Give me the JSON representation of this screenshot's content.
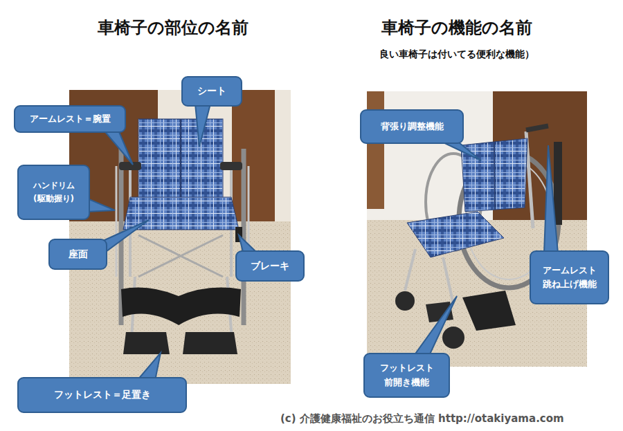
{
  "diagram": {
    "nodes": [
      {
        "text": [
          "アームレスト＝腕置"
        ]
      },
      {
        "text": [
          "シート"
        ]
      },
      {
        "text": [
          "ハンドリム (駆動握り)"
        ]
      },
      {
        "text": [
          "座面"
        ]
      },
      {
        "text": [
          "ブレーキ"
        ]
      },
      {
        "text": [
          "フットレスト＝足置き"
        ]
      },
      {
        "text": [
          "背張り調整機能"
        ]
      },
      {
        "text": [
          "アームレスト 跳ね上げ機能"
        ]
      },
      {
        "text": [
          "フットレスト 前開き機能"
        ]
      }
    ],
    "labels": [
      "車椅子の部位の名前",
      "車椅子の機能の名前",
      "良い車椅子は付いてる便利な機能）",
      "(c) 介護健康福祉のお役立ち通信 http://otakiyama.com"
    ]
  }
}
